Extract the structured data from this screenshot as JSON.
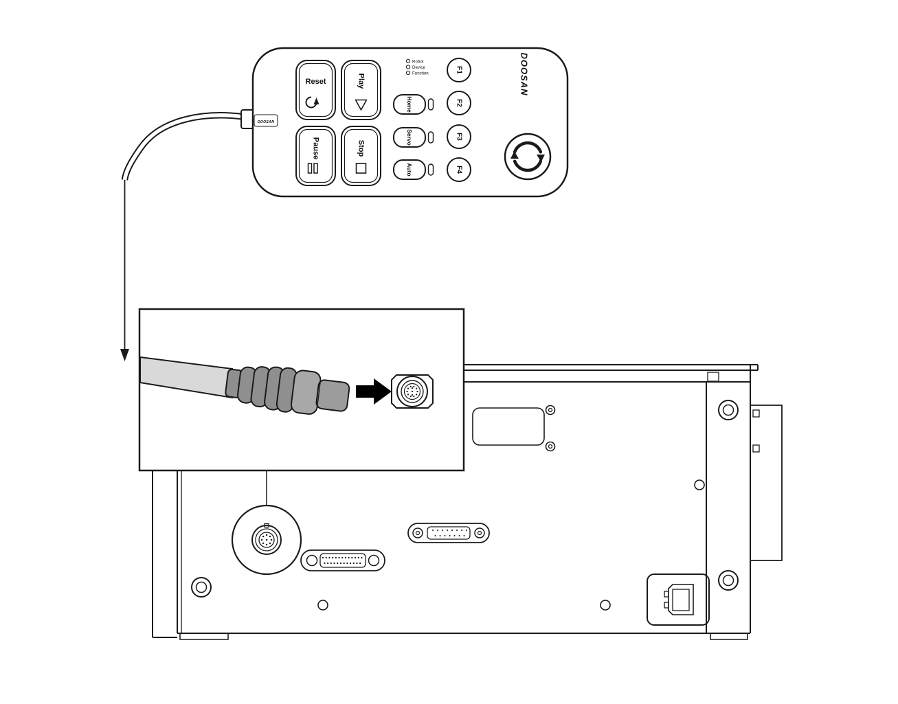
{
  "pendant": {
    "brand_logo": "DOOSAN",
    "connector_label": "DOOSAN",
    "buttons": {
      "reset": "Reset",
      "play": "Play",
      "pause": "Pause",
      "stop": "Stop",
      "home": "Home",
      "servo": "Servo",
      "auto": "Auto"
    },
    "status_leds": [
      "Robot",
      "Device",
      "Function"
    ],
    "function_keys": [
      "F1",
      "F2",
      "F3",
      "F4"
    ]
  },
  "colors": {
    "line": "#1a1a1a",
    "cable_fill": "#d9d9d9",
    "boot_fill": "#8f8f8f",
    "collar_fill": "#a8a8a8",
    "tip_fill": "#9c9c9c",
    "arrow_fill": "#000000"
  }
}
